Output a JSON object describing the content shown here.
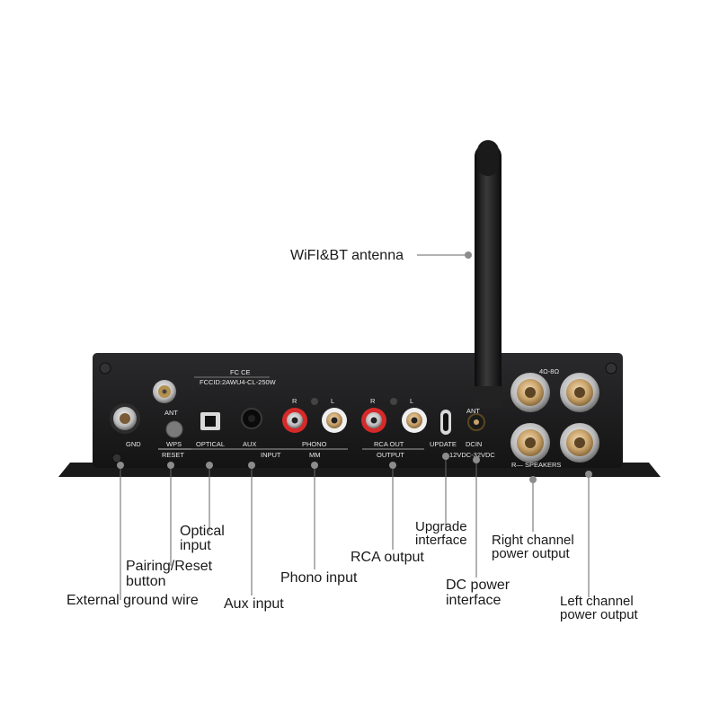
{
  "device_labels": {
    "fcc_marks": "FC CE",
    "fcc_id": "FCCID:2AWU4-CL-250W",
    "ant_left": "ANT",
    "ant_right": "ANT",
    "gnd": "GND",
    "wps": "WPS",
    "reset": "RESET",
    "optical": "OPTICAL",
    "aux": "AUX",
    "input": "INPUT",
    "phono": "PHONO",
    "mm": "MM",
    "phono_r": "R",
    "phono_l": "L",
    "rca_r": "R",
    "rca_l": "L",
    "rca_out": "RCA OUT",
    "output": "OUTPUT",
    "update": "UPDATE",
    "dcin": "DCIN",
    "voltage": "12VDC-32VDC",
    "impedance": "4Ω-8Ω",
    "speakers": "R— SPEAKERS"
  },
  "callouts": {
    "antenna": "WiFI&BT antenna",
    "optical_line1": "Optical",
    "optical_line2": "input",
    "pairing_line1": "Pairing/Reset",
    "pairing_line2": "button",
    "ground": "External ground wire",
    "aux": "Aux input",
    "phono": "Phono input",
    "rca": "RCA output",
    "upgrade_line1": "Upgrade",
    "upgrade_line2": "interface",
    "dc_line1": "DC power",
    "dc_line2": "interface",
    "right_line1": "Right channel",
    "right_line2": "power output",
    "left_line1": "Left channel",
    "left_line2": "power output"
  },
  "colors": {
    "chassis": "#1c1c1e",
    "rca_red": "#d62a2a",
    "rca_white": "#f0f0f0",
    "terminal_gold": "#c9a36b"
  }
}
